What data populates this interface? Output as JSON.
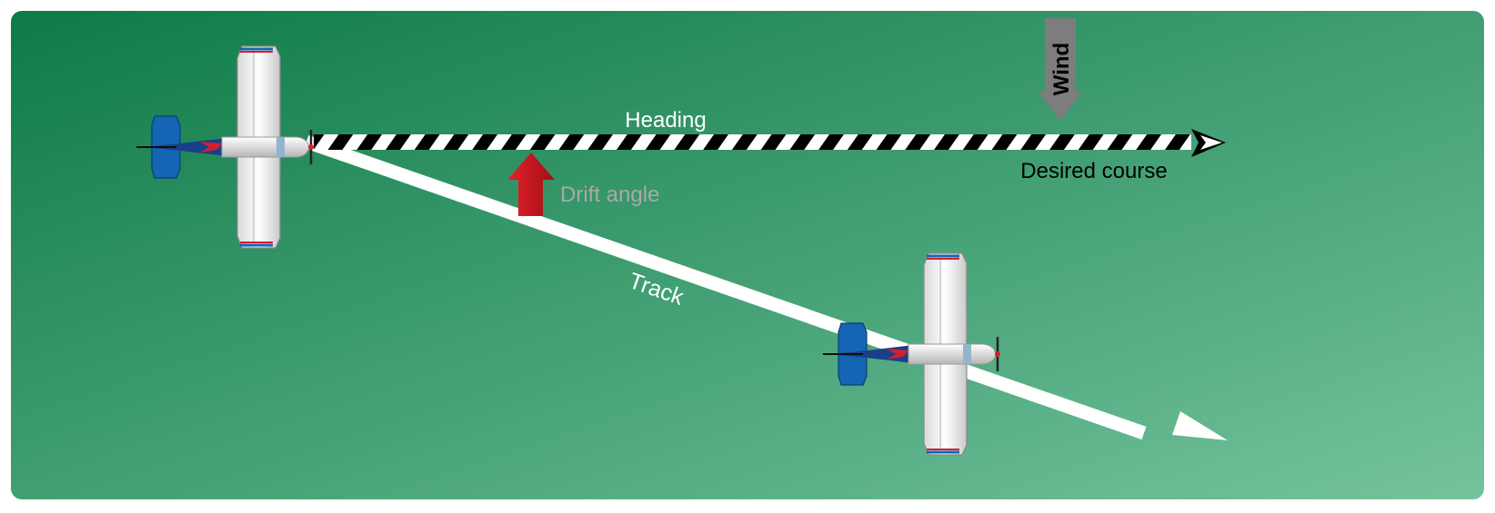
{
  "labels": {
    "heading": "Heading",
    "desired_course": "Desired course",
    "drift_angle": "Drift angle",
    "track": "Track",
    "wind": "Wind"
  },
  "colors": {
    "background_start": "#0e7a48",
    "background_end": "#74c39c",
    "drift_arrow": "#c8141e",
    "wind_arrow": "#7d7d7d",
    "track_line": "#ffffff",
    "course_stripe_dark": "#000000",
    "course_stripe_light": "#ffffff",
    "aircraft_tail": "#1466b4",
    "aircraft_wing": "#f2f2f2"
  },
  "icons": {
    "aircraft": "airplane-top-view-icon",
    "wind": "arrow-down-icon",
    "drift": "arrow-up-icon"
  }
}
